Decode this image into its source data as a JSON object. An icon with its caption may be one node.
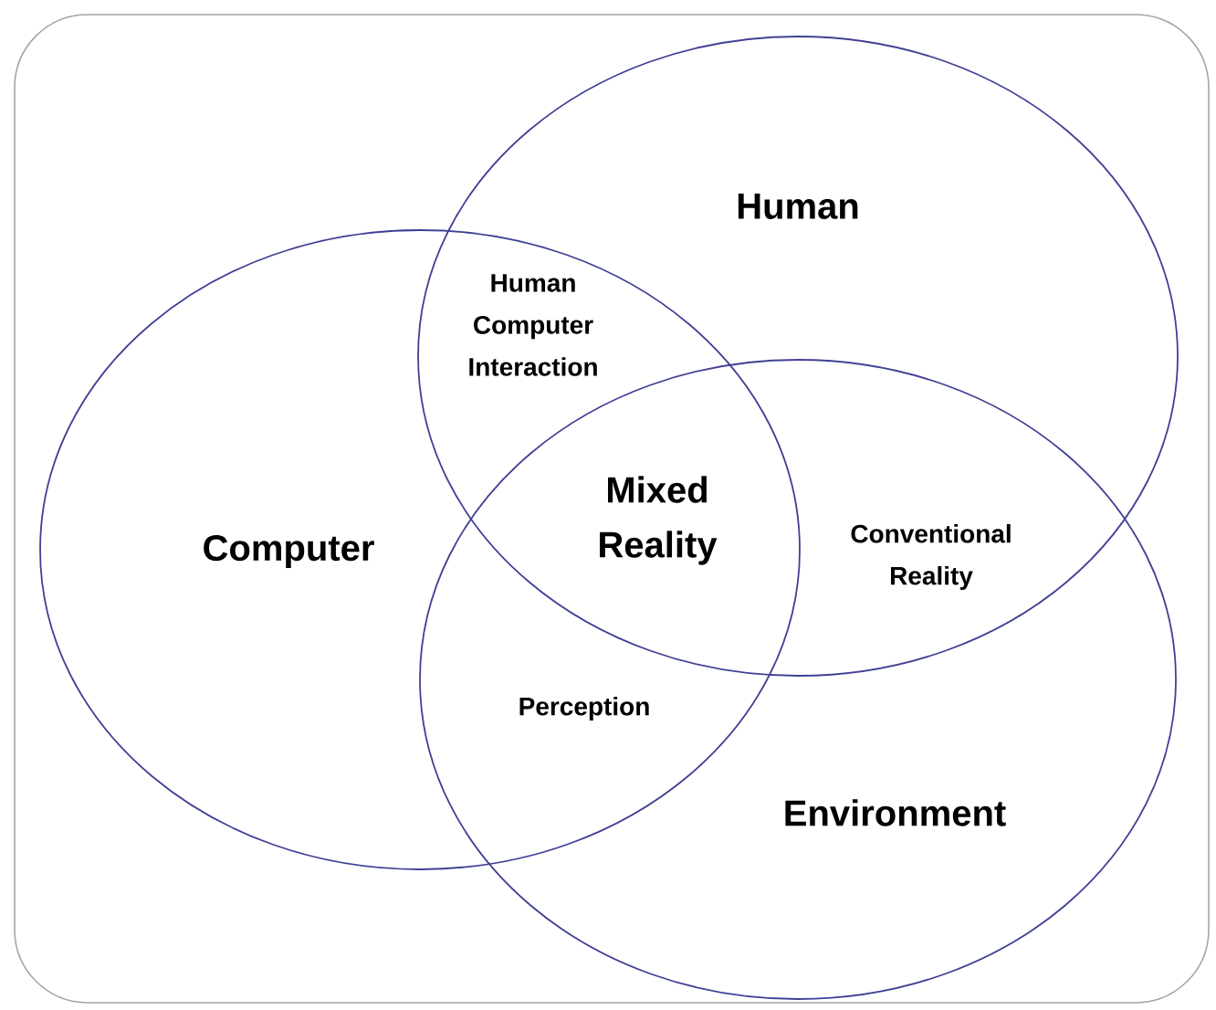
{
  "diagram": {
    "nodes": [
      {
        "text": [
          "Human"
        ]
      },
      {
        "text": [
          "Computer"
        ]
      },
      {
        "text": [
          "Environment"
        ]
      }
    ],
    "labels": [
      "Human Computer Interaction",
      "Mixed Reality",
      "Conventional Reality",
      "Perception"
    ]
  }
}
